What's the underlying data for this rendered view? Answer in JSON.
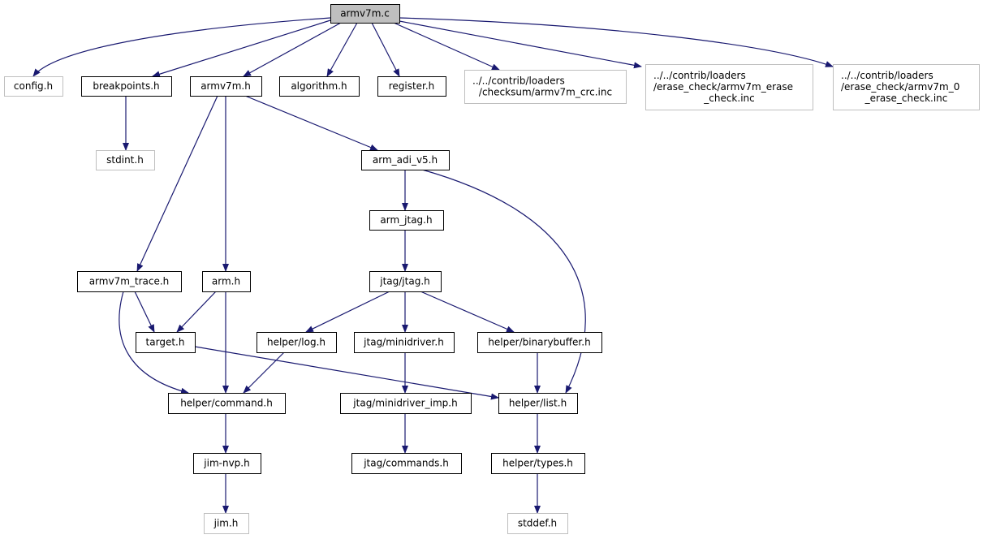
{
  "style": {
    "edge_color": "#191970",
    "root_fill": "#bfbfbf",
    "node_border": "#000000",
    "missing_border": "#bfbfbf",
    "node_fill": "#ffffff"
  },
  "nodes": [
    {
      "id": "armv7m_c",
      "lines": [
        "armv7m.c"
      ],
      "kind": "root"
    },
    {
      "id": "config_h",
      "lines": [
        "config.h"
      ],
      "kind": "missing"
    },
    {
      "id": "breakpoints_h",
      "lines": [
        "breakpoints.h"
      ],
      "kind": "normal"
    },
    {
      "id": "armv7m_h",
      "lines": [
        "armv7m.h"
      ],
      "kind": "normal"
    },
    {
      "id": "algorithm_h",
      "lines": [
        "algorithm.h"
      ],
      "kind": "normal"
    },
    {
      "id": "register_h",
      "lines": [
        "register.h"
      ],
      "kind": "normal"
    },
    {
      "id": "crc_inc",
      "lines": [
        "../../contrib/loaders",
        "/checksum/armv7m_crc.inc"
      ],
      "kind": "missing"
    },
    {
      "id": "erase_inc",
      "lines": [
        "../../contrib/loaders",
        "/erase_check/armv7m_erase",
        "_check.inc"
      ],
      "kind": "missing"
    },
    {
      "id": "erase0_inc",
      "lines": [
        "../../contrib/loaders",
        "/erase_check/armv7m_0",
        "_erase_check.inc"
      ],
      "kind": "missing"
    },
    {
      "id": "stdint_h",
      "lines": [
        "stdint.h"
      ],
      "kind": "missing"
    },
    {
      "id": "arm_adi_v5_h",
      "lines": [
        "arm_adi_v5.h"
      ],
      "kind": "normal"
    },
    {
      "id": "arm_jtag_h",
      "lines": [
        "arm_jtag.h"
      ],
      "kind": "normal"
    },
    {
      "id": "armv7m_trace_h",
      "lines": [
        "armv7m_trace.h"
      ],
      "kind": "normal"
    },
    {
      "id": "arm_h",
      "lines": [
        "arm.h"
      ],
      "kind": "normal"
    },
    {
      "id": "jtag_jtag_h",
      "lines": [
        "jtag/jtag.h"
      ],
      "kind": "normal"
    },
    {
      "id": "target_h",
      "lines": [
        "target.h"
      ],
      "kind": "normal"
    },
    {
      "id": "helper_log_h",
      "lines": [
        "helper/log.h"
      ],
      "kind": "normal"
    },
    {
      "id": "jtag_minidriver_h",
      "lines": [
        "jtag/minidriver.h"
      ],
      "kind": "normal"
    },
    {
      "id": "helper_binarybuffer_h",
      "lines": [
        "helper/binarybuffer.h"
      ],
      "kind": "normal"
    },
    {
      "id": "helper_command_h",
      "lines": [
        "helper/command.h"
      ],
      "kind": "normal"
    },
    {
      "id": "jtag_minidriver_imp_h",
      "lines": [
        "jtag/minidriver_imp.h"
      ],
      "kind": "normal"
    },
    {
      "id": "helper_list_h",
      "lines": [
        "helper/list.h"
      ],
      "kind": "normal"
    },
    {
      "id": "jim_nvp_h",
      "lines": [
        "jim-nvp.h"
      ],
      "kind": "normal"
    },
    {
      "id": "jtag_commands_h",
      "lines": [
        "jtag/commands.h"
      ],
      "kind": "normal"
    },
    {
      "id": "helper_types_h",
      "lines": [
        "helper/types.h"
      ],
      "kind": "normal"
    },
    {
      "id": "jim_h",
      "lines": [
        "jim.h"
      ],
      "kind": "missing"
    },
    {
      "id": "stddef_h",
      "lines": [
        "stddef.h"
      ],
      "kind": "missing"
    }
  ],
  "edges": [
    [
      "armv7m_c",
      "config_h"
    ],
    [
      "armv7m_c",
      "breakpoints_h"
    ],
    [
      "armv7m_c",
      "armv7m_h"
    ],
    [
      "armv7m_c",
      "algorithm_h"
    ],
    [
      "armv7m_c",
      "register_h"
    ],
    [
      "armv7m_c",
      "crc_inc"
    ],
    [
      "armv7m_c",
      "erase_inc"
    ],
    [
      "armv7m_c",
      "erase0_inc"
    ],
    [
      "breakpoints_h",
      "stdint_h"
    ],
    [
      "armv7m_h",
      "armv7m_trace_h"
    ],
    [
      "armv7m_h",
      "arm_h"
    ],
    [
      "armv7m_h",
      "arm_adi_v5_h"
    ],
    [
      "arm_adi_v5_h",
      "arm_jtag_h"
    ],
    [
      "arm_adi_v5_h",
      "helper_list_h"
    ],
    [
      "arm_jtag_h",
      "jtag_jtag_h"
    ],
    [
      "armv7m_trace_h",
      "target_h"
    ],
    [
      "armv7m_trace_h",
      "helper_command_h"
    ],
    [
      "arm_h",
      "target_h"
    ],
    [
      "arm_h",
      "helper_command_h"
    ],
    [
      "jtag_jtag_h",
      "helper_log_h"
    ],
    [
      "jtag_jtag_h",
      "jtag_minidriver_h"
    ],
    [
      "jtag_jtag_h",
      "helper_binarybuffer_h"
    ],
    [
      "target_h",
      "helper_list_h"
    ],
    [
      "helper_log_h",
      "helper_command_h"
    ],
    [
      "jtag_minidriver_h",
      "jtag_minidriver_imp_h"
    ],
    [
      "helper_binarybuffer_h",
      "helper_list_h"
    ],
    [
      "helper_command_h",
      "jim_nvp_h"
    ],
    [
      "jtag_minidriver_imp_h",
      "jtag_commands_h"
    ],
    [
      "helper_list_h",
      "helper_types_h"
    ],
    [
      "jim_nvp_h",
      "jim_h"
    ],
    [
      "helper_types_h",
      "stddef_h"
    ]
  ]
}
